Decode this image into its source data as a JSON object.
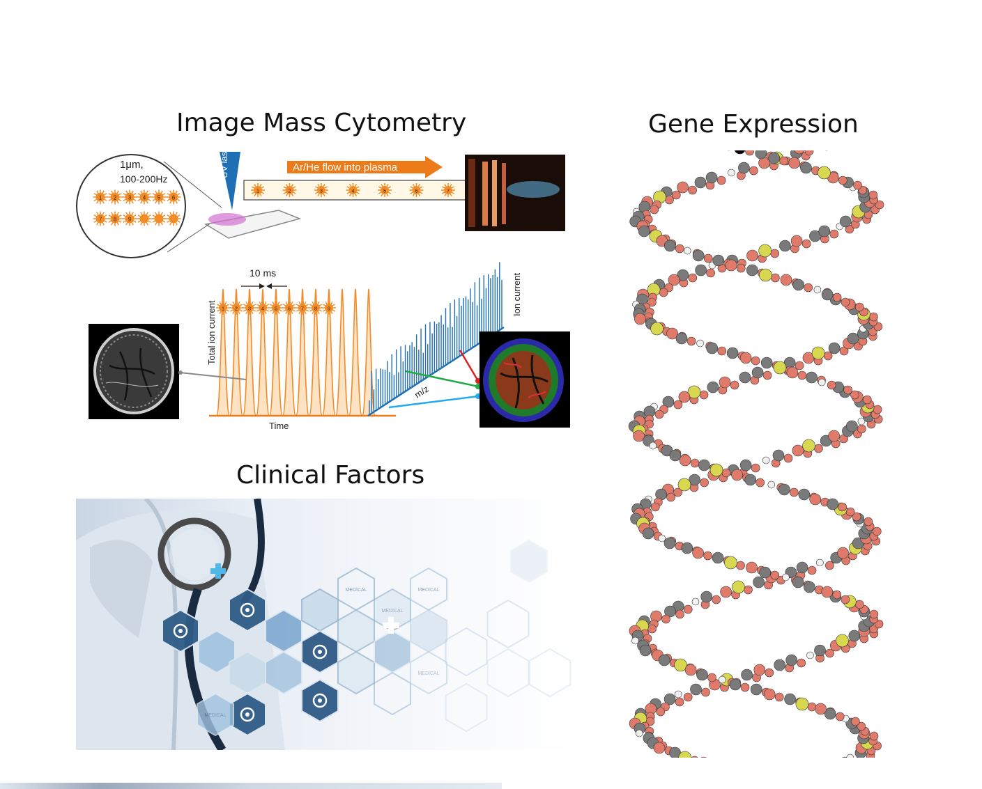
{
  "panels": {
    "imc": {
      "title": "Image Mass Cytometry",
      "spot_label_line1": "1μm,",
      "spot_label_line2": "100-200Hz",
      "laser_label": "UV laser",
      "flow_label": "Ar/He flow into plasma",
      "spacing_label": "10 ms",
      "y_label": "Total ion current",
      "x_label": "Time",
      "mz_label": "m/z",
      "ion_label": "Ion current",
      "spot_numbers": [
        "1",
        "2",
        "3",
        "4",
        "5",
        "6",
        "7",
        "8",
        "9"
      ],
      "stream_numbers": [
        "1",
        "2",
        "3",
        "4",
        "5",
        "6",
        "7"
      ],
      "colors": {
        "orange": "#f28c28",
        "blue": "#1f6fb5"
      }
    },
    "clinical": {
      "title": "Clinical Factors",
      "hex_text": "MEDICAL"
    },
    "gene": {
      "title": "Gene Expression"
    }
  }
}
